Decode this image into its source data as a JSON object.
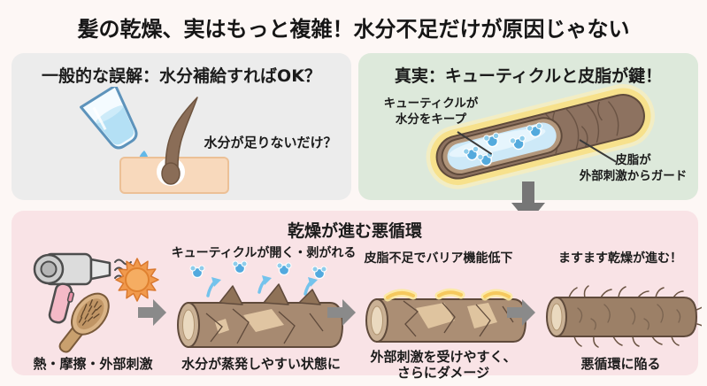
{
  "page": {
    "title": "髪の乾燥、実はもっと複雑！水分不足だけが原因じゃない",
    "background_color": "#fdf7f5"
  },
  "misconception_panel": {
    "heading": "一般的な誤解：水分補給すればOK？",
    "note": "水分が足りないだけ？",
    "background_color": "#ececec",
    "icons": [
      "water-glass-icon",
      "water-drop-icon",
      "hair-follicle-icon"
    ]
  },
  "truth_panel": {
    "heading": "真実：キューティクルと皮脂が鍵！",
    "cuticle_label_line1": "キューティクルが",
    "cuticle_label_line2": "水分をキープ",
    "sebum_label_line1": "皮脂が",
    "sebum_label_line2": "外部刺激からガード",
    "background_color": "#dde9db",
    "icons": [
      "hair-shaft-cutaway-icon",
      "water-molecule-icon",
      "sebum-glow-icon"
    ]
  },
  "flow_connector": {
    "icon": "down-arrow-icon",
    "color": "#767676"
  },
  "cycle_panel": {
    "title": "乾燥が進む悪循環",
    "background_color": "#f9e3e6",
    "arrow_color": "#8a8a8a",
    "stages": [
      {
        "caption": "熱・摩擦・外部刺激",
        "icons": [
          "hair-dryer-icon",
          "sun-icon",
          "hair-brush-icon"
        ]
      },
      {
        "label": "キューティクルが開く・剥がれる",
        "caption": "水分が蒸発しやすい状態に",
        "icons": [
          "damaged-hair-shaft-icon",
          "water-molecule-icon",
          "evaporation-arrow-icon"
        ]
      },
      {
        "label": "皮脂不足でバリア機能低下",
        "caption_line1": "外部刺激を受けやすく、",
        "caption_line2": "さらにダメージ",
        "icons": [
          "cracked-hair-shaft-icon",
          "sebum-patch-icon"
        ]
      },
      {
        "label": "ますます乾燥が進む！",
        "caption": "悪循環に陥る",
        "icons": [
          "frizzy-hair-shaft-icon"
        ]
      }
    ]
  }
}
